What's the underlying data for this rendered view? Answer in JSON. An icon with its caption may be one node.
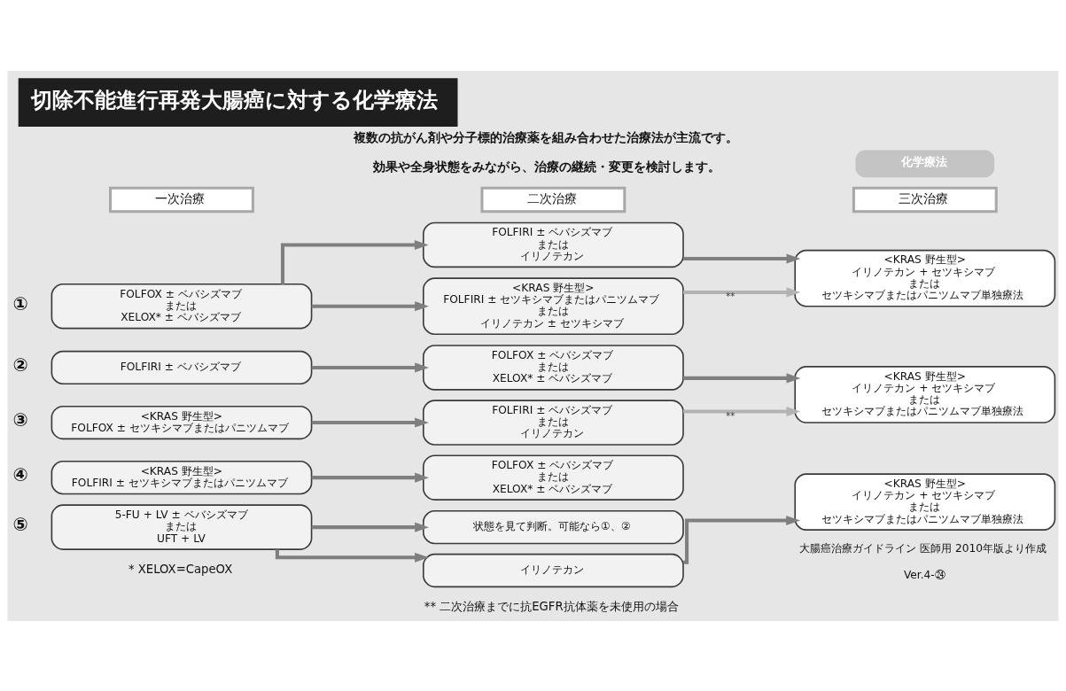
{
  "diagram": {
    "title": "切除不能進行再発大腸癌に対する化学療法",
    "nodes": [
      {
        "text": [
          "一次治療"
        ]
      },
      {
        "text": [
          "二次治療"
        ]
      },
      {
        "text": [
          "三次治療"
        ]
      },
      {
        "text": [
          "FOLFOX ± ベバシズマブ",
          "または",
          "XELOX* ± ベバシズマブ"
        ],
        "beside": [
          "①"
        ]
      },
      {
        "text": [
          "FOLFIRI ± ベバシズマブ",
          "または",
          "イリノテカン"
        ]
      },
      {
        "text": [
          "<KRAS 野生型>",
          "FOLFIRI ± セツキシマブまたはパニツムマブ",
          "または",
          "イリノテカン ± セツキシマブ"
        ]
      },
      {
        "text": [
          "<KRAS 野生型>",
          "イリノテカン + セツキシマブ",
          "または",
          "セツキシマブまたはパニツムマブ単独療法"
        ]
      },
      {
        "text": [
          "FOLFIRI ± ベバシズマブ"
        ],
        "beside": [
          "②"
        ]
      },
      {
        "text": [
          "FOLFOX ± ベバシズマブ",
          "または",
          "XELOX* ± ベバシズマブ"
        ]
      },
      {
        "text": [
          "<KRAS 野生型>",
          "イリノテカン + セツキシマブ",
          "または",
          "セツキシマブまたはパニツムマブ単独療法"
        ]
      },
      {
        "text": [
          "<KRAS 野生型>",
          "FOLFOX ± セツキシマブまたはパニツムマブ"
        ],
        "beside": [
          "③"
        ]
      },
      {
        "text": [
          "FOLFIRI ± ベバシズマブ",
          "または",
          "イリノテカン"
        ]
      },
      {
        "text": [
          "<KRAS 野生型>",
          "FOLFIRI ± セツキシマブまたはパニツムマブ"
        ],
        "beside": [
          "④"
        ]
      },
      {
        "text": [
          "FOLFOX ± ベバシズマブ",
          "または",
          "XELOX* ± ベバシズマブ"
        ]
      },
      {
        "text": [
          "5-FU + LV ± ベバシズマブ",
          "または",
          "UFT + LV"
        ],
        "beside": [
          "⑤"
        ]
      },
      {
        "text": [
          "状態を見て判断。可能なら①、②"
        ]
      },
      {
        "text": [
          "イリノテカン"
        ]
      },
      {
        "text": [
          "<KRAS 野生型>",
          "イリノテカン + セツキシマブ",
          "または",
          "セツキシマブまたはパニツムマブ単独療法"
        ]
      }
    ],
    "edges": [
      {
        "from": 3,
        "to": 4,
        "arrow": "to"
      },
      {
        "from": 3,
        "to": 5,
        "arrow": "to"
      },
      {
        "from": 4,
        "to": 6,
        "arrow": "to"
      },
      {
        "from": 5,
        "to": 6,
        "arrow": "to",
        "label": "**",
        "color": "#b3b3b3"
      },
      {
        "from": 7,
        "to": 8,
        "arrow": "to"
      },
      {
        "from": 8,
        "to": 9,
        "arrow": "to"
      },
      {
        "from": 11,
        "to": 9,
        "arrow": "to",
        "label": "**",
        "color": "#b3b3b3"
      },
      {
        "from": 10,
        "to": 11,
        "arrow": "to"
      },
      {
        "from": 12,
        "to": 13,
        "arrow": "to"
      },
      {
        "from": 14,
        "to": 15,
        "arrow": "to"
      },
      {
        "from": 14,
        "to": 16,
        "arrow": "to"
      },
      {
        "from": 16,
        "to": 17,
        "arrow": "to"
      }
    ],
    "labels": [
      "化学療法",
      "複数の抗がん剤や分子標的治療薬を組み合わせた治療法が主流です。",
      "効果や全身状態をみながら、治療の継続・変更を検討します。",
      "* XELOX=CapeOX",
      "** 二次治療までに抗EGFR抗体薬を未使用の場合",
      "大腸癌治療ガイドライン 医師用 2010年版より作成",
      "Ver.4-㉔"
    ]
  }
}
